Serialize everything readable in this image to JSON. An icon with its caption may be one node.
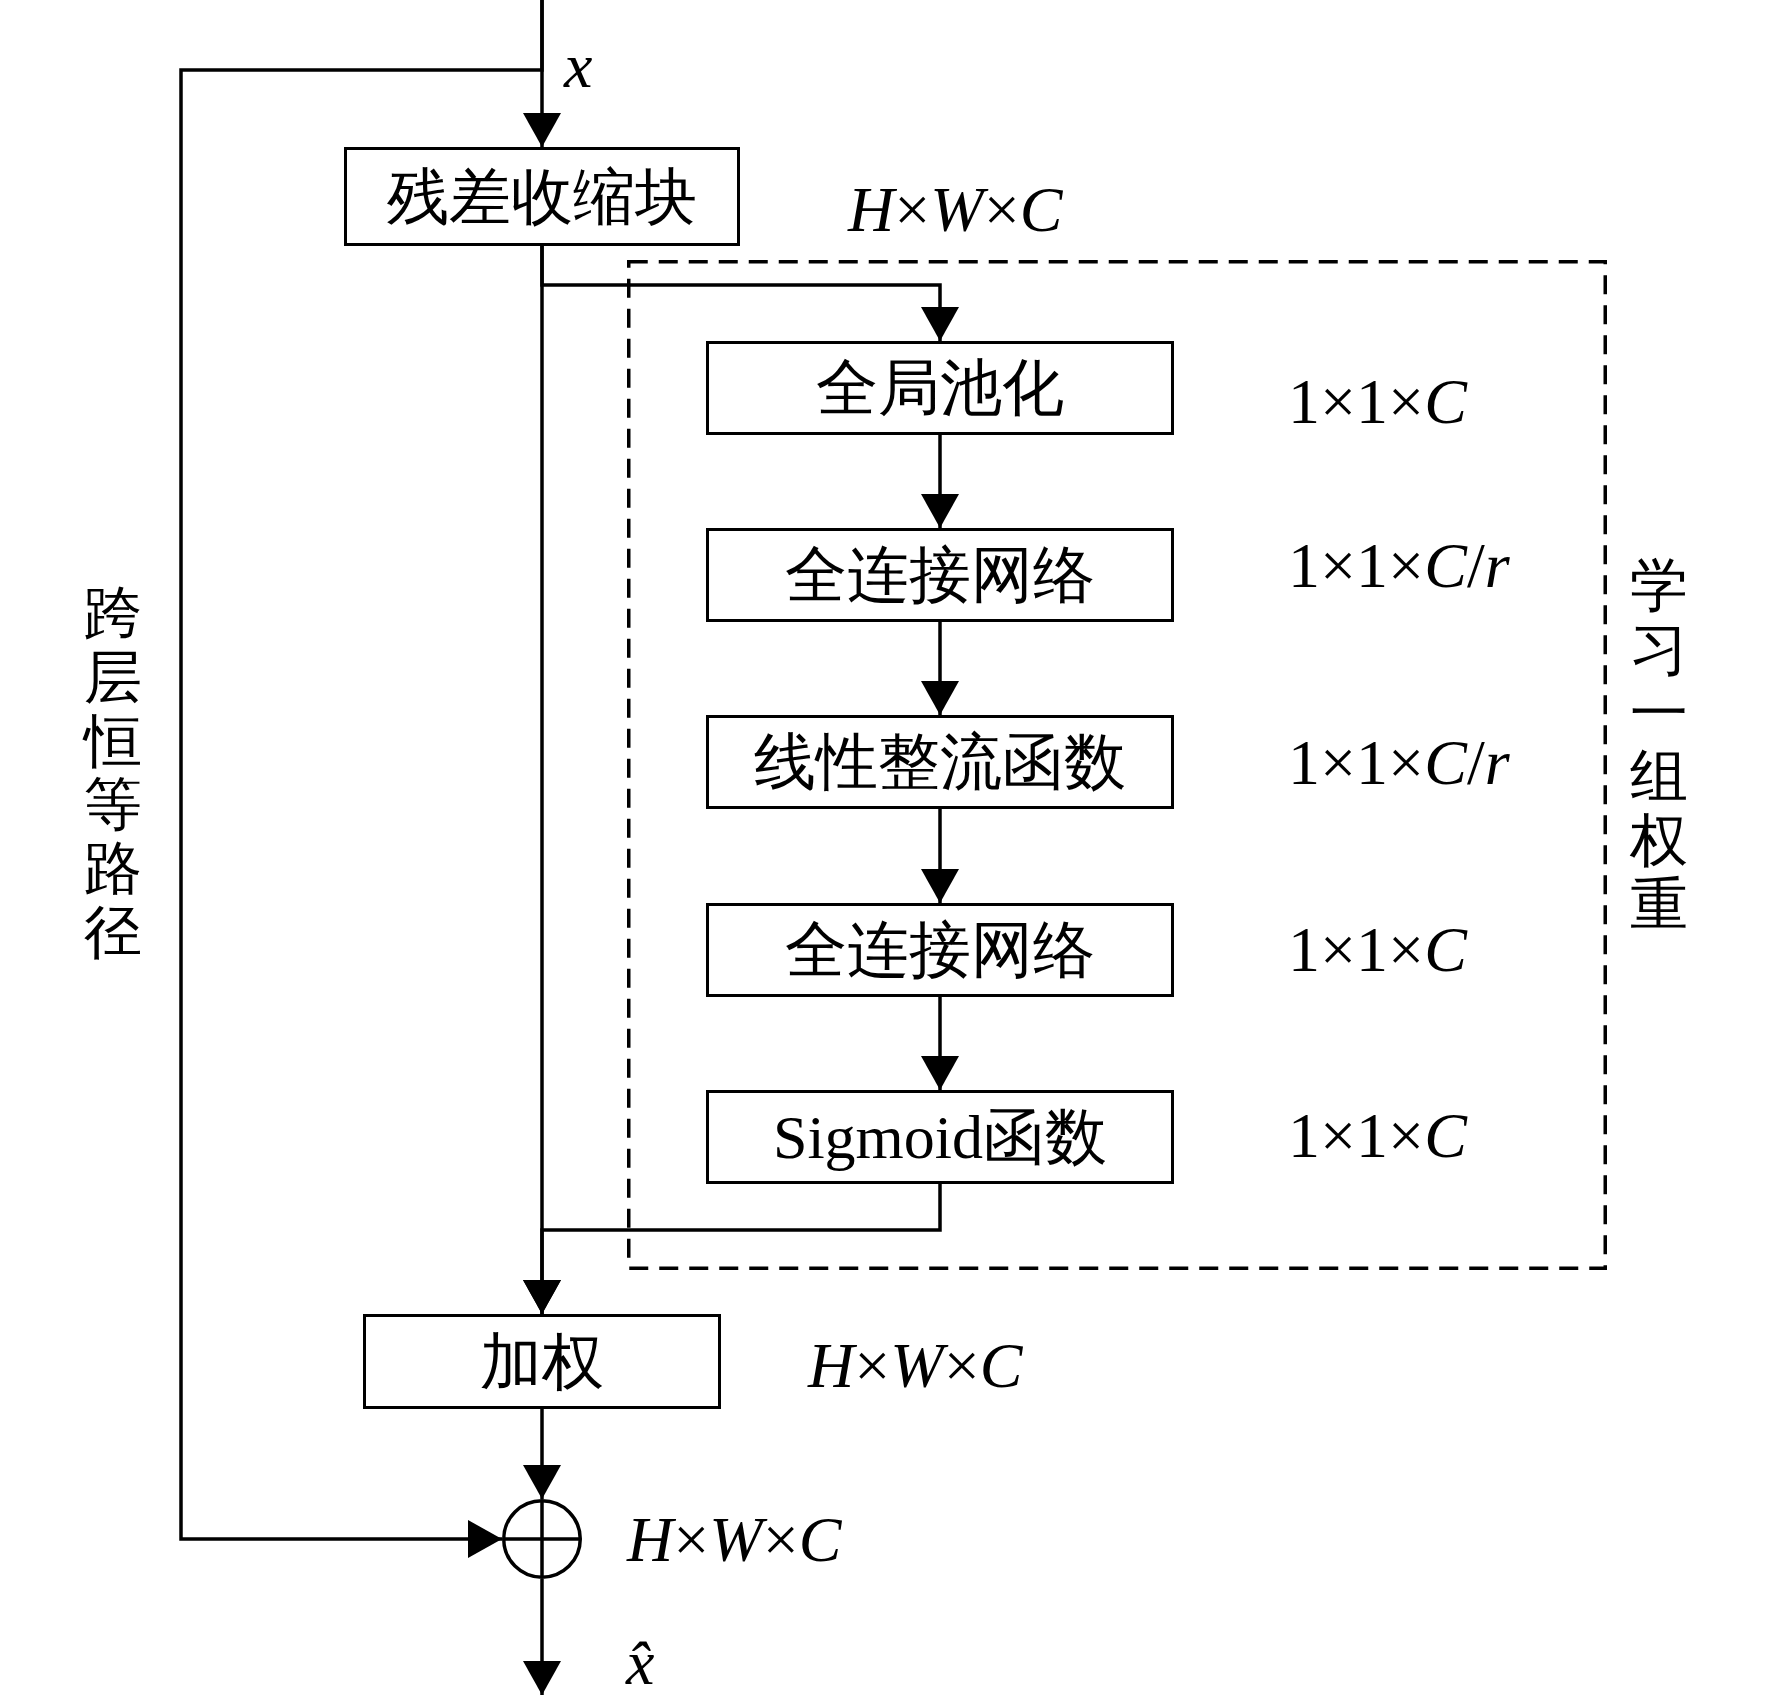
{
  "diagram": {
    "nodes": [
      {
        "text": [
          "残差收缩块"
        ],
        "beside": [
          "*H*×*W*×*C*"
        ]
      },
      {
        "text": [
          "学习一组权重"
        ]
      },
      {
        "text": [
          "全局池化"
        ],
        "in": 1,
        "beside": [
          "1×1×*C*"
        ]
      },
      {
        "text": [
          "全连接网络"
        ],
        "in": 1,
        "beside": [
          "1×1×*C*/*r*"
        ]
      },
      {
        "text": [
          "线性整流函数"
        ],
        "in": 1,
        "beside": [
          "1×1×*C*/*r*"
        ]
      },
      {
        "text": [
          "全连接网络"
        ],
        "in": 1,
        "beside": [
          "1×1×*C*"
        ]
      },
      {
        "text": [
          "Sigmoid函数"
        ],
        "in": 1,
        "beside": [
          "1×1×*C*"
        ]
      },
      {
        "text": [
          "加权"
        ],
        "beside": [
          "*H*×*W*×*C*"
        ]
      },
      {
        "text": [],
        "shape": "circle",
        "beside": [
          "*H*×*W*×*C*"
        ]
      }
    ],
    "edges": [
      {
        "from": null,
        "to": 0,
        "arrow": "to",
        "label": "x"
      },
      {
        "from": 0,
        "to": 2,
        "arrow": "to"
      },
      {
        "from": 0,
        "to": 7,
        "arrow": "to"
      },
      {
        "from": 2,
        "to": 3,
        "arrow": "to"
      },
      {
        "from": 3,
        "to": 4,
        "arrow": "to"
      },
      {
        "from": 4,
        "to": 5,
        "arrow": "to"
      },
      {
        "from": 5,
        "to": 6,
        "arrow": "to"
      },
      {
        "from": 6,
        "to": 7,
        "arrow": "to"
      },
      {
        "from": 7,
        "to": 8,
        "arrow": "to"
      },
      {
        "from": null,
        "to": 8,
        "arrow": "to"
      },
      {
        "from": 8,
        "to": null,
        "arrow": "to",
        "label": "x̂"
      }
    ],
    "labels": [
      "跨层恒等路径"
    ]
  }
}
